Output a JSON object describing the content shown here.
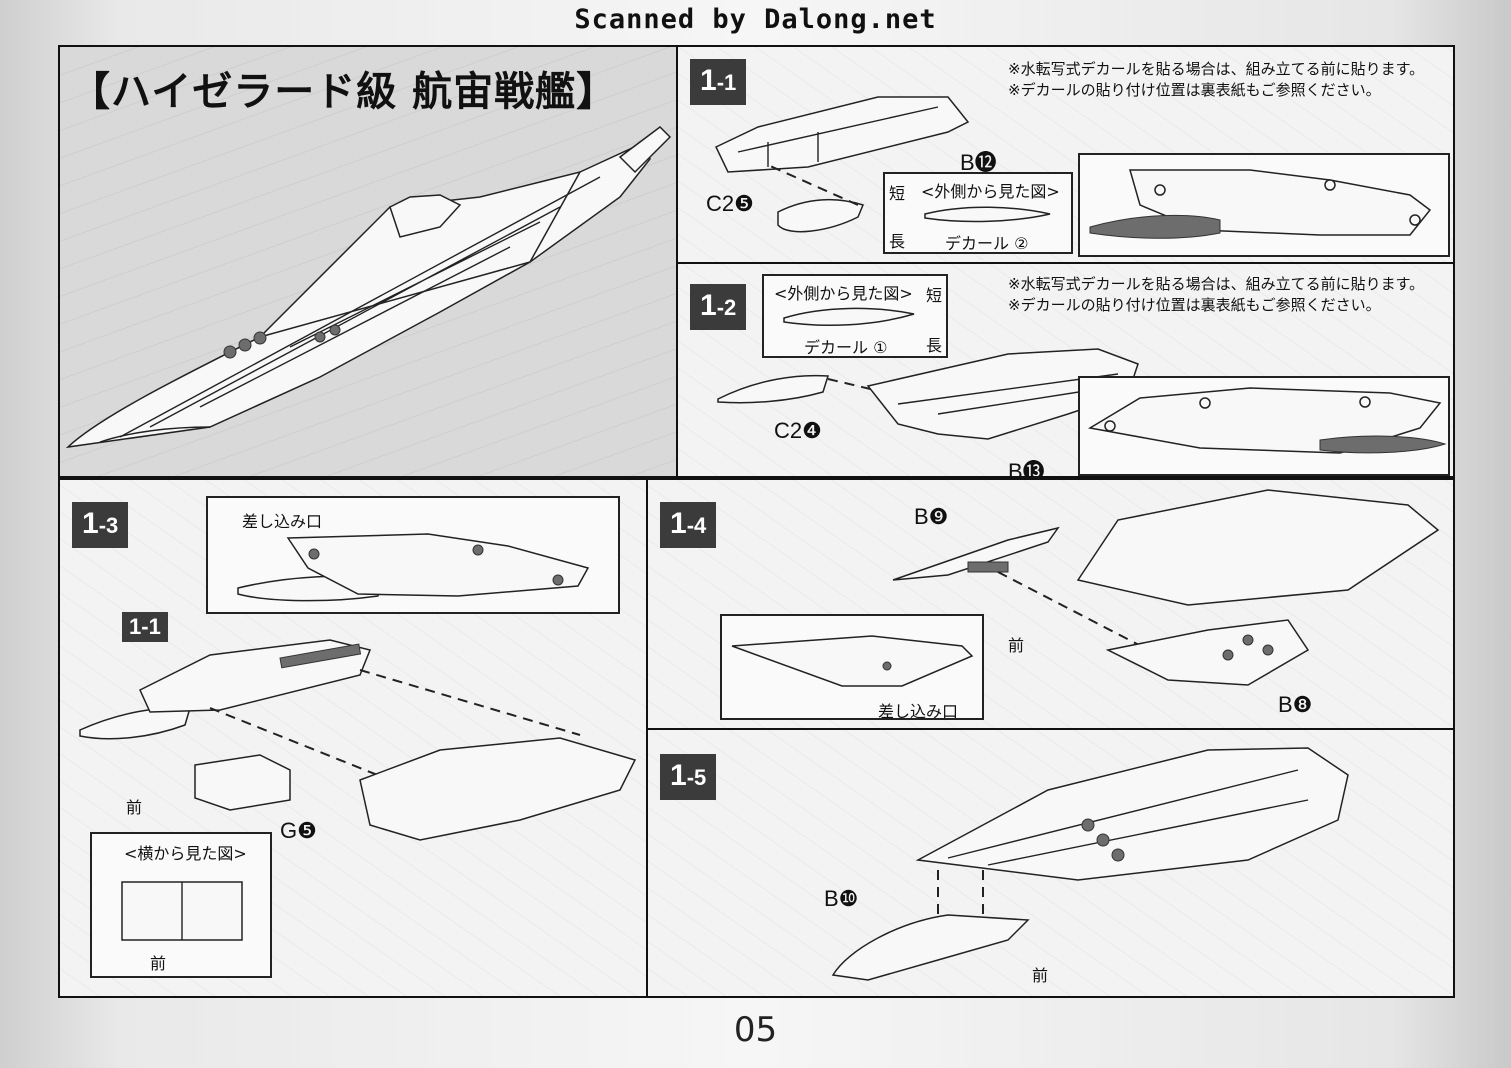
{
  "watermark": "Scanned by Dalong.net",
  "page_number": "05",
  "title": "【ハイゼラード級 航宙戦艦】",
  "steps": {
    "s11": {
      "num": "1",
      "sub": "-1"
    },
    "s12": {
      "num": "1",
      "sub": "-2"
    },
    "s13": {
      "num": "1",
      "sub": "-3"
    },
    "s14": {
      "num": "1",
      "sub": "-4"
    },
    "s15": {
      "num": "1",
      "sub": "-5"
    },
    "ref11": {
      "num": "1",
      "sub": "-1"
    }
  },
  "notes": {
    "decal_line1": "※水転写式デカールを貼る場合は、組み立てる前に貼ります。",
    "decal_line2": "※デカールの貼り付け位置は裏表紙もご参照ください。"
  },
  "labels": {
    "b12": "B⓬",
    "c2_5": "C2❺",
    "c2_4": "C2❹",
    "b13": "B⓭",
    "b9": "B❾",
    "b8": "B❽",
    "g5": "G❺",
    "b10": "B❿",
    "front": "前",
    "insert_port": "差し込み口"
  },
  "insets": {
    "outside_view": "<外側から見た図>",
    "side_view": "<横から見た図>",
    "short": "短",
    "long": "長",
    "decal2": "デカール ②",
    "decal1": "デカール ①"
  }
}
